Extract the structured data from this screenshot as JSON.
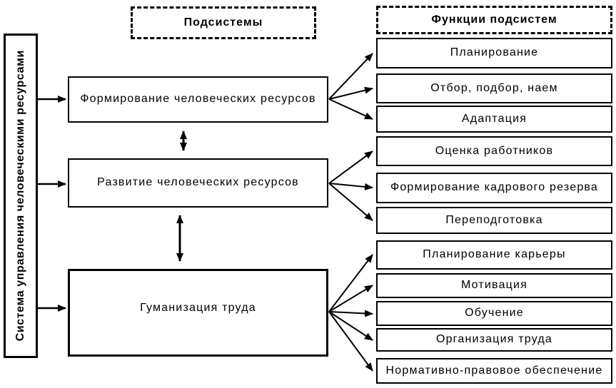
{
  "diagram": {
    "root_label": "Система управления человеческими ресурсами",
    "headers": {
      "subsystems": "Подсистемы",
      "functions": "Функции подсистем"
    },
    "subsystems": [
      {
        "label": "Формирование человеческих ресурсов"
      },
      {
        "label": "Развитие человеческих ресурсов"
      },
      {
        "label": "Гуманизация труда"
      }
    ],
    "functions": [
      {
        "label": "Планирование"
      },
      {
        "label": "Отбор, подбор, наем"
      },
      {
        "label": "Адаптация"
      },
      {
        "label": "Оценка работников"
      },
      {
        "label": "Формирование кадрового резерва"
      },
      {
        "label": "Переподготовка"
      },
      {
        "label": "Планирование карьеры"
      },
      {
        "label": "Мотивация"
      },
      {
        "label": "Обучение"
      },
      {
        "label": "Организация труда"
      },
      {
        "label": "Нормативно-правовое обеспечение"
      }
    ],
    "links": {
      "root_to_subsystems": [
        0,
        1,
        2
      ],
      "subsystems_bidirectional": [
        [
          0,
          1
        ],
        [
          1,
          2
        ]
      ],
      "subsystem_to_functions": {
        "0": [
          0,
          1,
          2
        ],
        "1": [
          3,
          4,
          5
        ],
        "2": [
          6,
          7,
          8,
          9,
          10
        ]
      }
    },
    "colors": {
      "line": "#000000",
      "background": "#ffffff",
      "box_fill": "#ffffff",
      "text": "#000000"
    }
  }
}
